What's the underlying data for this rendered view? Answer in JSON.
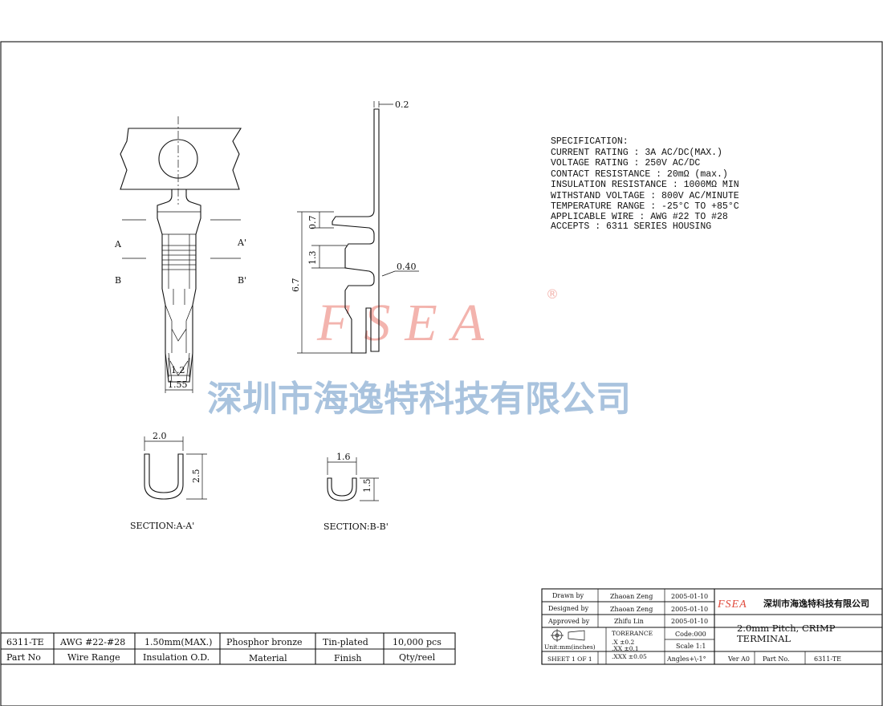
{
  "watermark": {
    "logo": "FSEA",
    "registered": "®",
    "company_cn": "深圳市海逸特科技有限公司",
    "logo_color": "#f3b4ae",
    "company_color": "#a9c3de"
  },
  "spec": {
    "heading": "SPECIFICATION:",
    "lines": [
      "CURRENT RATING : 3A AC/DC(MAX.)",
      "VOLTAGE RATING : 250V AC/DC",
      "CONTACT RESISTANCE : 20mΩ (max.)",
      "INSULATION RESISTANCE : 1000MΩ MIN",
      "WITHSTAND VOLTAGE : 800V AC/MINUTE",
      "TEMPERATURE RANGE : -25°C TO +85°C",
      "APPLICABLE WIRE : AWG #22 TO #28",
      "ACCEPTS : 6311 SERIES HOUSING"
    ]
  },
  "front_view": {
    "label_a": "A",
    "label_a2": "A'",
    "label_b": "B",
    "label_b2": "B'",
    "dim_inner": "1.2",
    "dim_outer": "1.55"
  },
  "side_view": {
    "dim_thickness": "0.2",
    "dim_top": "0.7",
    "dim_mid": "1.3",
    "dim_total": "6.7",
    "dim_gap": "0.40"
  },
  "section_a": {
    "width": "2.0",
    "height": "2.5",
    "caption": "SECTION:A-A'"
  },
  "section_b": {
    "width": "1.6",
    "height": "1.5",
    "caption": "SECTION:B-B'"
  },
  "parts_table": {
    "values": [
      "6311-TE",
      "AWG #22-#28",
      "1.50mm(MAX.)",
      "Phosphor bronze",
      "Tin-plated",
      "10,000 pcs"
    ],
    "headers": [
      "Part No",
      "Wire Range",
      "Insulation O.D.",
      "Material",
      "Finish",
      "Qty/reel"
    ]
  },
  "title_block": {
    "drawn_label": "Drawn   by",
    "drawn_name": "Zhaoan Zeng",
    "drawn_date": "2005-01-10",
    "designed_label": "Designed by",
    "designed_name": "Zhaoan Zeng",
    "designed_date": "2005-01-10",
    "approved_label": "Approved by",
    "approved_name": "Zhifu Lin",
    "approved_date": "2005-01-10",
    "logo": "FSEA",
    "company": "深圳市海逸特科技有限公司",
    "units": "Unit:mm(inches)",
    "tolerance_label": "TORERANCE",
    "tol_1": ".X        ±0.2",
    "tol_2": ".XX       ±0.1",
    "tol_3": ".XXX     ±0.05",
    "code": "Code:000",
    "scale": "Scale  1:1",
    "angles": "Angles+\\-1°",
    "sheet": "SHEET  1  OF  1",
    "title_1": "2.0mm Pitch, CRIMP",
    "title_2": "TERMINAL",
    "ver": "Ver A0",
    "part_label": "Part No.",
    "part_no": "6311-TE"
  }
}
